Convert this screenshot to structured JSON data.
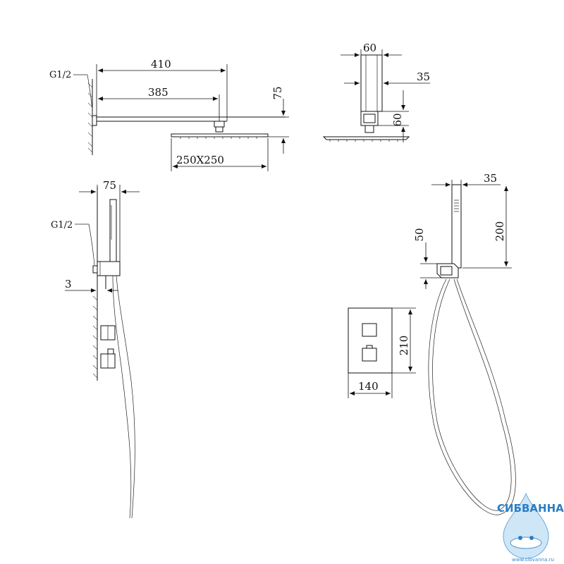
{
  "dimensions": {
    "thread_top": "G1/2",
    "arm_total": "410",
    "arm_reach": "385",
    "head_height": "75",
    "head_size": "250X250",
    "holder_width_top": "60",
    "holder_depth_top": "35",
    "holder_height_top": "60",
    "hand_depth": "75",
    "thread_side": "G1/2",
    "plate_gap": "3",
    "panel_height": "210",
    "panel_width": "140",
    "hand_width": "35",
    "hand_length": "200",
    "bracket_height": "50"
  },
  "watermark": {
    "brand": "СИБВАННА",
    "url": "www.sibvanna.ru"
  },
  "colors": {
    "line": "#111111",
    "logo_blue": "#2b7fc4"
  }
}
